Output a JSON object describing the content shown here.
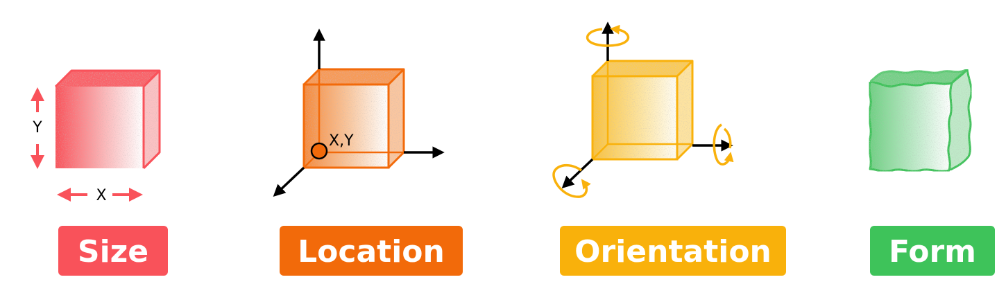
{
  "panels": [
    {
      "id": "size",
      "label": "Size",
      "color": "#f9525a",
      "axis_labels": {
        "x": "X",
        "y": "Y"
      }
    },
    {
      "id": "location",
      "label": "Location",
      "color": "#f26a0a",
      "point_label": "X,Y"
    },
    {
      "id": "orientation",
      "label": "Orientation",
      "color": "#f9b10b"
    },
    {
      "id": "form",
      "label": "Form",
      "color": "#3ec35a"
    }
  ],
  "icons": {
    "size": "cube-icon",
    "location": "cube-with-axes-icon",
    "orientation": "cube-with-rotation-arrows-icon",
    "form": "deformed-cube-icon"
  },
  "arrow_color": "#000000"
}
